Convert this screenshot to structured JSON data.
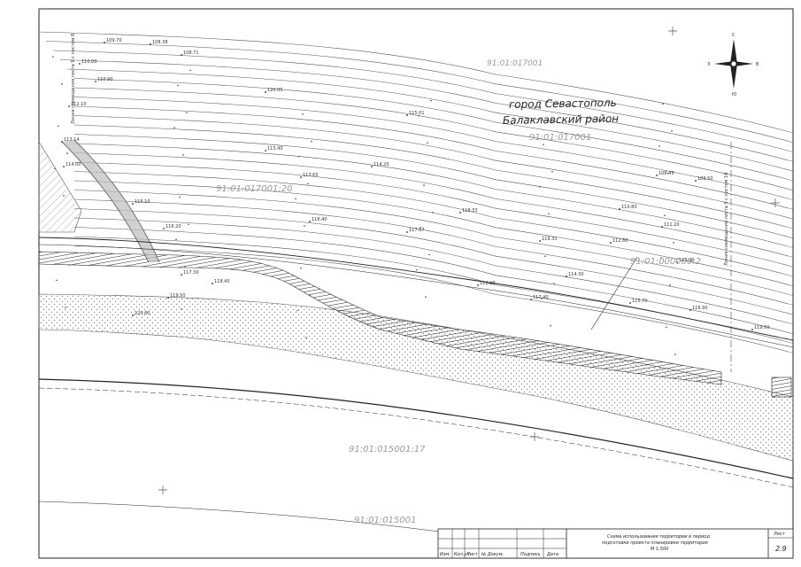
{
  "map": {
    "city_label": "город Севастополь",
    "district_label": "Балаклавский район",
    "cadastral_numbers": [
      "91:01:017001",
      "91:01:017001:20",
      "91:01:000000:2",
      "91:01:015001:17",
      "91:01:015001"
    ],
    "edge_note_left": "Линия совмещения листа 9 с листом 8",
    "edge_note_right": "Линия совмещения листа 9 с листом 10",
    "north_arrow": {
      "letters": [
        "С",
        "Ю",
        "З",
        "В"
      ],
      "icon": "north-arrow-icon"
    },
    "elevations_left": [
      "109.70",
      "108.38",
      "108.71",
      "110.00",
      "110.90",
      "112.10",
      "113.14",
      "114.00",
      "115.10",
      "116.20",
      "117.30",
      "118.40",
      "119.50",
      "120.60"
    ],
    "elevations_right": [
      "108.45",
      "109.50",
      "110.80",
      "111.20",
      "112.60",
      "113.90",
      "114.30",
      "115.70",
      "116.90",
      "117.40",
      "118.20",
      "119.60"
    ],
    "elevations_mid": [
      "113.40",
      "113.65",
      "114.20",
      "115.01",
      "116.40",
      "117.67",
      "118.33",
      "119.31",
      "120.05"
    ]
  },
  "title_block": {
    "columns": [
      "Изм.",
      "Кол.уч",
      "Лист",
      "№ Докум.",
      "Подпись",
      "Дата"
    ],
    "title_lines": [
      "Схема использования территории в период",
      "подготовки проекта планировки территории",
      "М 1:500"
    ],
    "sheet_label": "Лист",
    "sheet_number": "2.9"
  }
}
